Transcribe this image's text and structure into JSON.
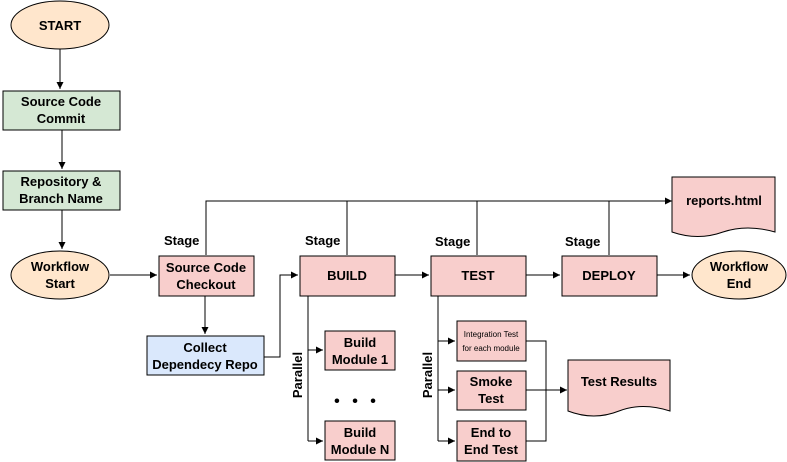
{
  "nodes": {
    "start": [
      "START"
    ],
    "commit": [
      "Source Code",
      "Commit"
    ],
    "repo": [
      "Repository &",
      "Branch Name"
    ],
    "wf_start": [
      "Workflow",
      "Start"
    ],
    "checkout": [
      "Source Code",
      "Checkout"
    ],
    "collect": [
      "Collect",
      "Dependecy Repo"
    ],
    "build": [
      "BUILD"
    ],
    "test": [
      "TEST"
    ],
    "deploy": [
      "DEPLOY"
    ],
    "wf_end": [
      "Workflow",
      "End"
    ],
    "build_m1": [
      "Build",
      "Module 1"
    ],
    "build_mn": [
      "Build",
      "Module N"
    ],
    "integration": [
      "Integration Test",
      "for each module"
    ],
    "smoke": [
      "Smoke",
      "Test"
    ],
    "e2e": [
      "End to",
      "End Test"
    ],
    "reports": [
      "reports.html"
    ],
    "results": [
      "Test Results"
    ]
  },
  "labels": {
    "stage": "Stage",
    "parallel": "Parallel",
    "ellipsis": "• • •"
  },
  "colors": {
    "terminal": "#ffe6cc",
    "green": "#d5e8d4",
    "blue": "#dae8fc",
    "pink": "#f8cecc"
  }
}
